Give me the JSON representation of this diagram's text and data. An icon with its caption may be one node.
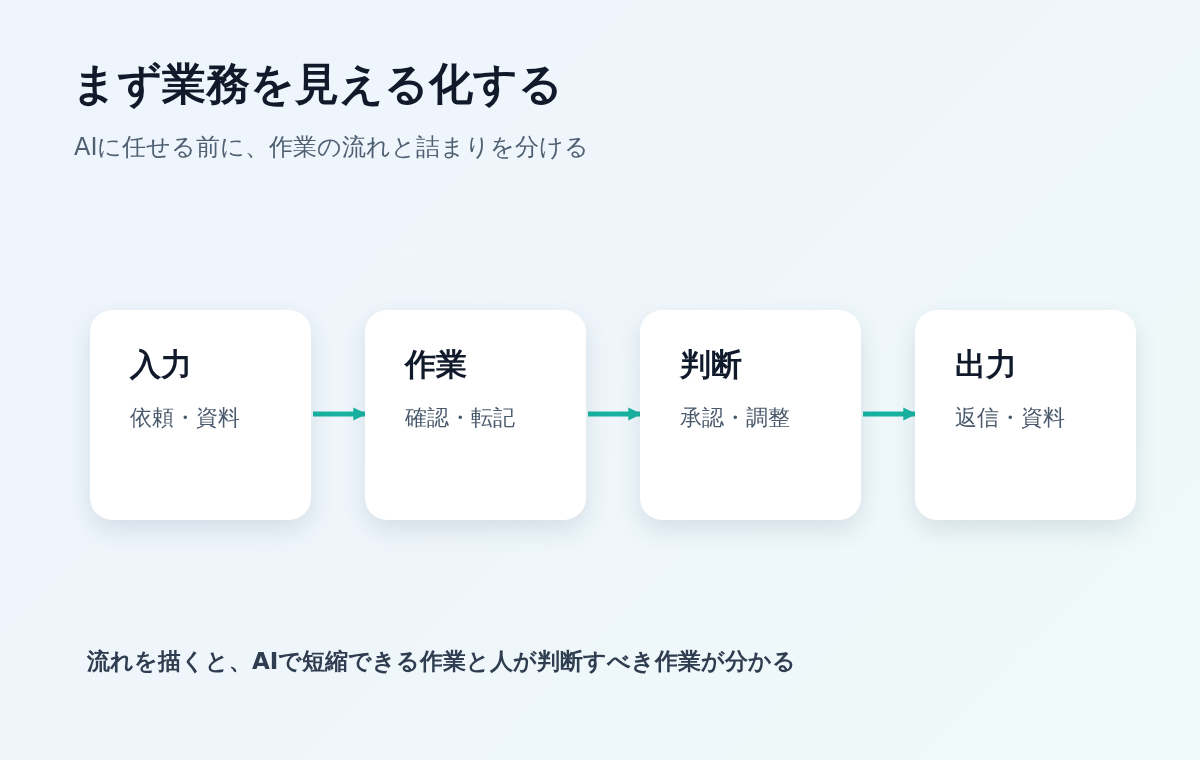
{
  "diagram": {
    "title": "まず業務を見える化する",
    "caption": "流れを描くと、AIで短縮できる作業と人が判断すべき作業が分かる",
    "nodes": [
      {
        "text": [
          "入力",
          "依頼・資料"
        ]
      },
      {
        "text": [
          "作業",
          "確認・転記"
        ]
      },
      {
        "text": [
          "判断",
          "承認・調整"
        ]
      },
      {
        "text": [
          "出力",
          "返信・資料"
        ]
      }
    ],
    "edges": [
      {
        "from": 0,
        "to": 1,
        "arrow": "to"
      },
      {
        "from": 1,
        "to": 2,
        "arrow": "to"
      },
      {
        "from": 2,
        "to": 3,
        "arrow": "to"
      }
    ],
    "labels": [
      "AIに任せる前に、作業の流れと詰まりを分ける"
    ]
  }
}
